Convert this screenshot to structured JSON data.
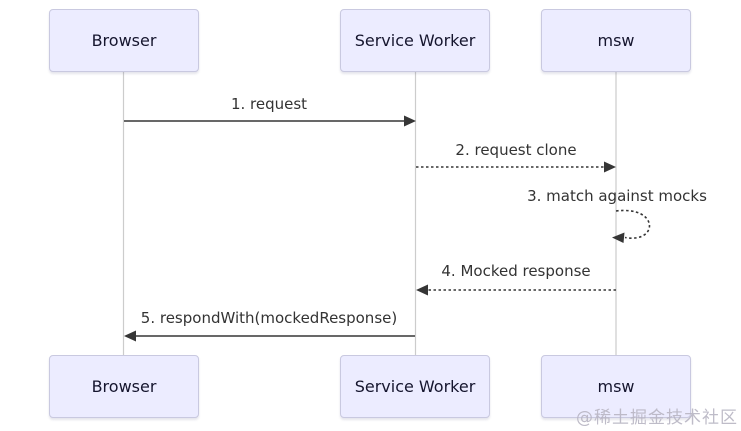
{
  "diagram": {
    "type": "sequence-diagram",
    "actors": [
      {
        "id": "browser",
        "name": "Browser"
      },
      {
        "id": "service-worker",
        "name": "Service Worker"
      },
      {
        "id": "msw",
        "name": "msw"
      }
    ],
    "messages": [
      {
        "label": "1. request",
        "from": "Browser",
        "to": "Service Worker",
        "line": "solid",
        "arrow": "filled"
      },
      {
        "label": "2. request clone",
        "from": "Service Worker",
        "to": "msw",
        "line": "dashed",
        "arrow": "filled"
      },
      {
        "label": "3. match against mocks",
        "from": "msw",
        "to": "msw",
        "line": "dashed",
        "arrow": "filled",
        "self_loop": true
      },
      {
        "label": "4. Mocked response",
        "from": "msw",
        "to": "Service Worker",
        "line": "dashed",
        "arrow": "filled"
      },
      {
        "label": "5. respondWith(mockedResponse)",
        "from": "Service Worker",
        "to": "Browser",
        "line": "solid",
        "arrow": "filled"
      }
    ]
  },
  "watermark": {
    "text": "@稀土掘金技术社区"
  },
  "colors": {
    "actor_fill": "#ECECFF",
    "actor_border": "#c9c9e0",
    "actor_text": "#15152e",
    "line": "#363636",
    "lifeline": "#cccccc",
    "message_text": "#333333",
    "watermark": "#b8b5c3",
    "background": "#ffffff"
  }
}
